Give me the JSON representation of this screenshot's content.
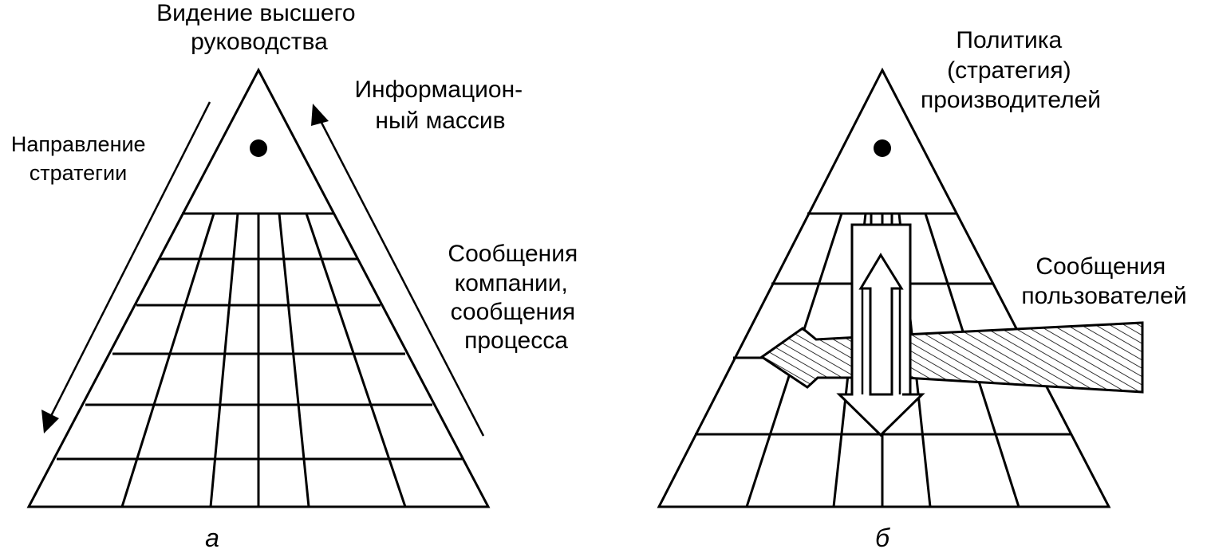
{
  "panel_a": {
    "top_label": [
      "Видение высшего",
      "руководства"
    ],
    "left_label": [
      "Направление",
      "стратегии"
    ],
    "right_top_label": [
      "Информацион-",
      "ный массив"
    ],
    "right_mid_label": [
      "Сообщения",
      "компании,",
      "сообщения",
      "процесса"
    ],
    "caption": "а"
  },
  "panel_b": {
    "top_label": [
      "Политика",
      "(стратегия)",
      "производителей"
    ],
    "right_label": [
      "Сообщения",
      "пользователей"
    ],
    "caption": "б"
  },
  "colors": {
    "ink": "#000000",
    "paper": "#ffffff"
  }
}
